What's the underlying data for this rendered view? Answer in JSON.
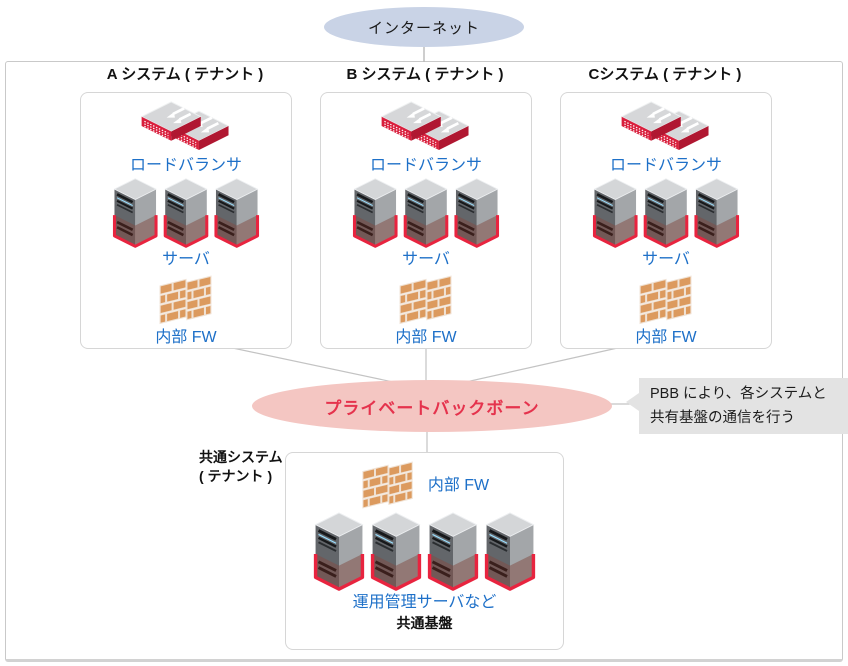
{
  "internet": {
    "label": "インターネット"
  },
  "tenants": [
    {
      "title": "A システム ( テナント )",
      "lb_label": "ロードバランサ",
      "server_label": "サーバ",
      "fw_label": "内部 FW"
    },
    {
      "title": "B システム ( テナント )",
      "lb_label": "ロードバランサ",
      "server_label": "サーバ",
      "fw_label": "内部 FW"
    },
    {
      "title": "Cシステム ( テナント )",
      "lb_label": "ロードバランサ",
      "server_label": "サーバ",
      "fw_label": "内部 FW"
    }
  ],
  "backbone": {
    "label": "プライベートバックボーン"
  },
  "callout": {
    "line1": "PBB により、各システムと",
    "line2": "共有基盤の通信を行う"
  },
  "common": {
    "side_title_line1": "共通システム",
    "side_title_line2": "( テナント )",
    "fw_label": "内部 FW",
    "server_label": "運用管理サーバなど",
    "base_label": "共通基盤"
  },
  "colors": {
    "accent_blue": "#1e70c8",
    "backbone_text_red": "#e5334d",
    "backbone_fill_pink": "#f4c6c2",
    "internet_fill_blue": "#c9d3e6",
    "callout_fill_gray": "#e3e3e3",
    "server_outline_red": "#e8243f",
    "lb_red": "#d91f3d",
    "firewall_brick_orange": "#dc9a5e",
    "connector_gray": "#c3c3c3"
  }
}
